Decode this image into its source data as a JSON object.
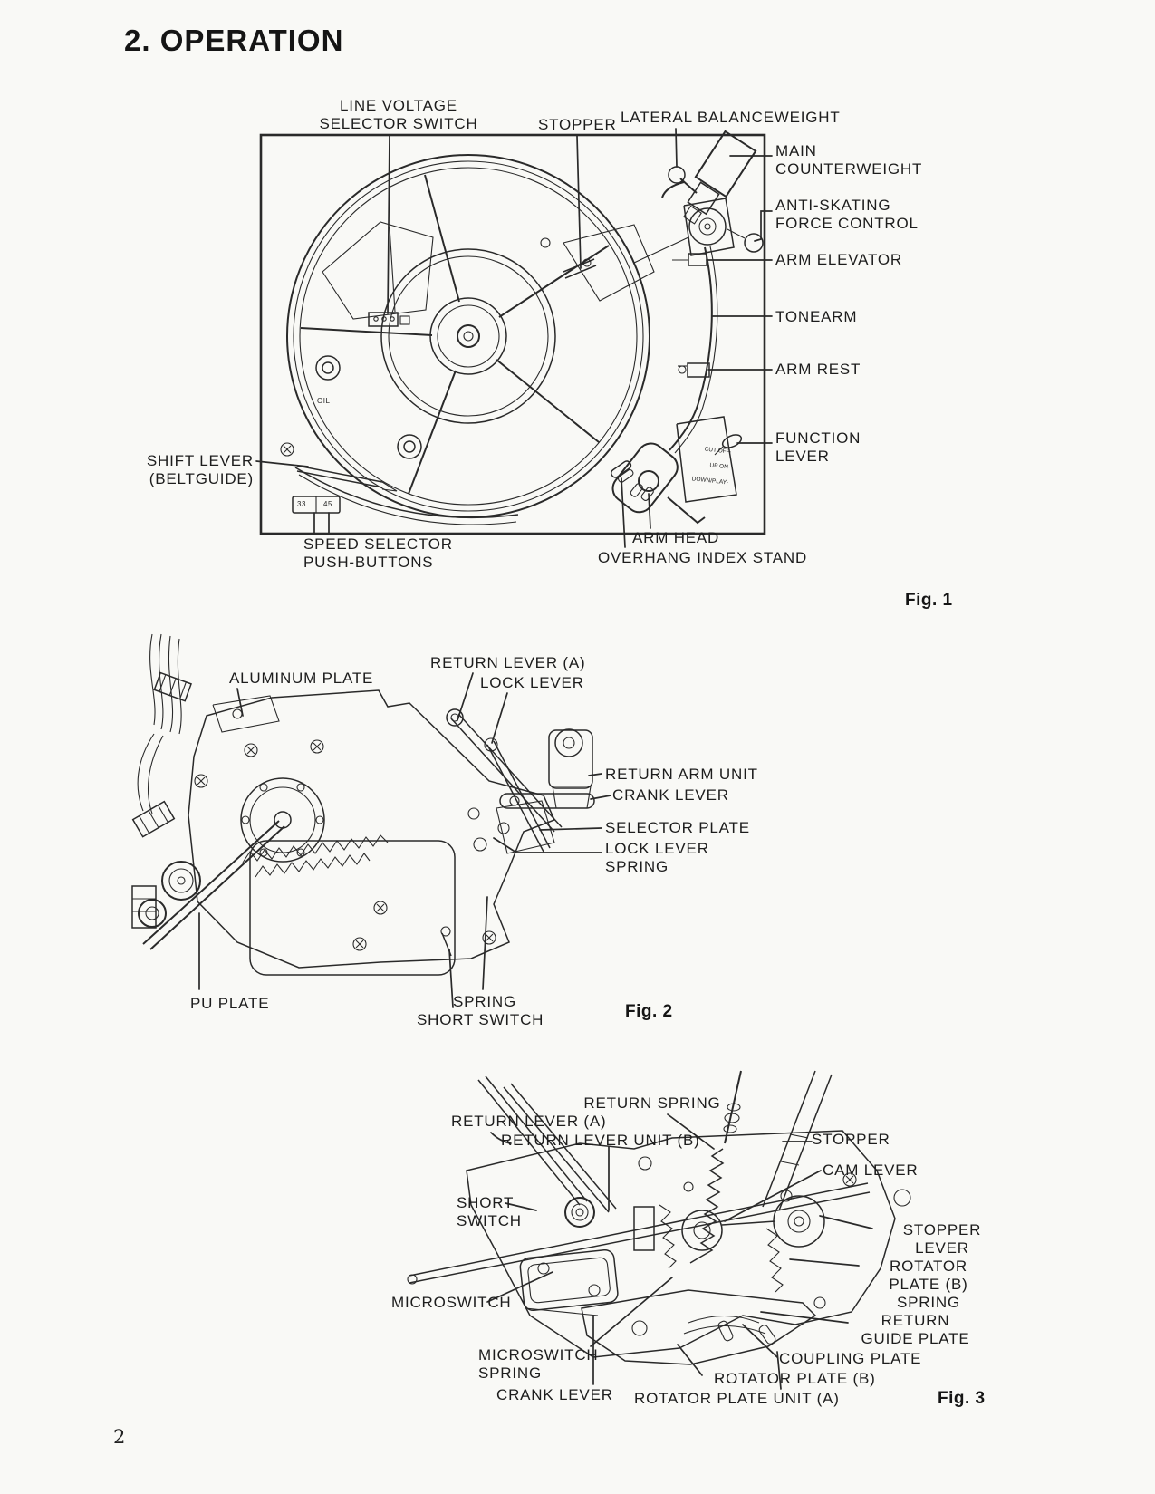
{
  "page": {
    "heading": "2. OPERATION",
    "page_number": "2"
  },
  "fig1": {
    "caption": "Fig. 1",
    "labels": {
      "line_voltage": "LINE VOLTAGE\nSELECTOR SWITCH",
      "stopper": "STOPPER",
      "lateral_balanceweight": "LATERAL BALANCEWEIGHT",
      "main_counterweight": "MAIN\nCOUNTERWEIGHT",
      "anti_skating": "ANTI-SKATING\nFORCE CONTROL",
      "arm_elevator": "ARM ELEVATOR",
      "tonearm": "TONEARM",
      "arm_rest": "ARM REST",
      "function_lever": "FUNCTION\nLEVER",
      "shift_lever": "SHIFT LEVER\n(BELTGUIDE)",
      "speed_selector": "SPEED SELECTOR\nPUSH-BUTTONS",
      "arm_head": "ARM HEAD",
      "overhang_index": "OVERHANG INDEX STAND"
    },
    "small_texts": {
      "oil": "OIL",
      "speed_33": "33",
      "speed_45": "45",
      "function_plate": "CUT OFF·\nUP ON·\nDOWN/PLAY·"
    }
  },
  "fig2": {
    "caption": "Fig. 2",
    "labels": {
      "aluminum_plate": "ALUMINUM PLATE",
      "return_lever_a": "RETURN LEVER (A)",
      "lock_lever": "LOCK LEVER",
      "return_arm_unit": "RETURN ARM UNIT",
      "crank_lever": "CRANK LEVER",
      "selector_plate": "SELECTOR PLATE",
      "lock_lever_spring": "LOCK LEVER\nSPRING",
      "pu_plate": "PU PLATE",
      "spring": "SPRING",
      "short_switch": "SHORT SWITCH"
    }
  },
  "fig3": {
    "caption": "Fig. 3",
    "labels": {
      "return_spring": "RETURN SPRING",
      "return_lever_a": "RETURN LEVER (A)",
      "return_lever_unit_b": "RETURN LEVER UNIT (B)",
      "stopper": "STOPPER",
      "cam_lever": "CAM LEVER",
      "short_switch": "SHORT\nSWITCH",
      "stopper_lever": "STOPPER\nLEVER",
      "rotator_plate_b_spring": "ROTATOR\nPLATE (B)\nSPRING",
      "microswitch": "MICROSWITCH",
      "return_guide_plate": "RETURN\nGUIDE PLATE",
      "coupling_plate": "COUPLING PLATE",
      "microswitch_spring": "MICROSWITCH\nSPRING",
      "crank_lever": "CRANK LEVER",
      "rotator_plate_b": "ROTATOR PLATE (B)",
      "rotator_plate_unit_a": "ROTATOR PLATE UNIT (A)",
      "fig_caption": "Fig. 3"
    }
  }
}
